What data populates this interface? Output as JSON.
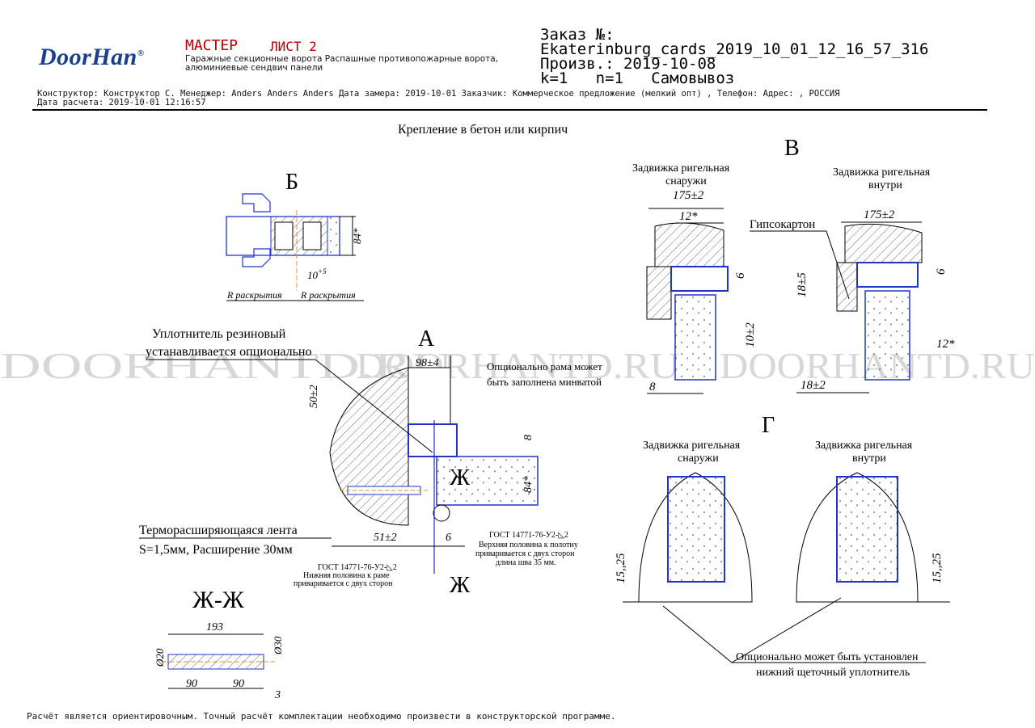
{
  "header": {
    "logo_text": "DoorHan",
    "logo_mark": "®",
    "master_label": "МАСТЕР",
    "sheet_label": "ЛИСТ 2",
    "products": "Гаражные секционные ворота Распашные противопожарные ворота, алюминиевые сендвич панели",
    "order_label": "Заказ №:",
    "order_id": "Ekaterinburg_cards_2019_10_01_12_16_57_316",
    "production_date": "Произв.: 2019-10-08",
    "kn_line": "k=1   n=1   Самовывоз",
    "info_line1": "Конструктор: Конструктор С. Менеджер: Anders Anders Anders Дата замера: 2019-10-01 Заказчик: Коммерческое предложение (мелкий опт) , Телефон:  Адрес:  , РОССИЯ",
    "info_line2": "Дата расчета: 2019-10-01 12:16:57"
  },
  "drawing": {
    "main_title": "Крепление в бетон или кирпич",
    "watermark": "DOORHANTD.RU",
    "view_b": {
      "title": "Б",
      "dim_84": "84*",
      "dim_10": "10",
      "dim_10_sup": "+5",
      "r_left": "R раскрытия",
      "r_right": "R раскрытия"
    },
    "view_a": {
      "title": "А",
      "seal_label_1": "Уплотнитель резиновый",
      "seal_label_2": "устанавливается опционально",
      "dim_98": "98±4",
      "dim_50": "50±2",
      "dim_8": "8",
      "dim_84": "84*",
      "dim_51": "51±2",
      "dim_6": "6",
      "zh_mark": "Ж",
      "tape_label_1": "Терморасширяющаяся лента",
      "tape_label_2": "S=1,5мм, Расширение 30мм",
      "gost_upper_1": "ГОСТ 14771-76-У2-◺2",
      "gost_upper_2": "Верхняя половина к полотну",
      "gost_upper_3": "приваривается с двух сторон",
      "gost_upper_4": "длина шва 35 мм.",
      "gost_lower_1": "ГОСТ 14771-76-У2-◺2",
      "gost_lower_2": "Нижняя половина к раме",
      "gost_lower_3": "приваривается с двух сторон",
      "option_frame_1": "Опционально рама может",
      "option_frame_2": "быть заполнена минватой"
    },
    "section_zh": {
      "title": "Ж-Ж",
      "dim_193": "193",
      "dim_d20": "Ø20",
      "dim_d30": "Ø30",
      "dim_90a": "90",
      "dim_90b": "90",
      "dim_3": "3"
    },
    "view_v": {
      "title": "В",
      "left_caption_1": "Задвижка ригельная",
      "left_caption_2": "снаружи",
      "right_caption_1": "Задвижка ригельная",
      "right_caption_2": "внутри",
      "dim_175_left": "175±2",
      "dim_12_left": "12*",
      "dim_6_left": "6",
      "dim_10": "10±2",
      "dim_8": "8",
      "gypsum": "Гипсокартон",
      "dim_175_right": "175±2",
      "dim_18_5": "18±5",
      "dim_6_right": "6",
      "dim_12_right": "12*",
      "dim_18_2": "18±2"
    },
    "view_g": {
      "title": "Г",
      "left_caption_1": "Задвижка ригельная",
      "left_caption_2": "снаружи",
      "right_caption_1": "Задвижка ригельная",
      "right_caption_2": "внутри",
      "dim_left": "15,,25",
      "dim_right": "15,,25",
      "brush_note_1": "Опционально может быть установлен",
      "brush_note_2": "нижний щеточный уплотнитель"
    }
  },
  "footer": "Расчёт является ориентировочным. Точный расчёт комплектации необходимо произвести в конструкторской программе.",
  "colors": {
    "logo": "#1a3f8c",
    "master": "#b30000",
    "profile": "#2233cc",
    "axis": "#e09020"
  }
}
